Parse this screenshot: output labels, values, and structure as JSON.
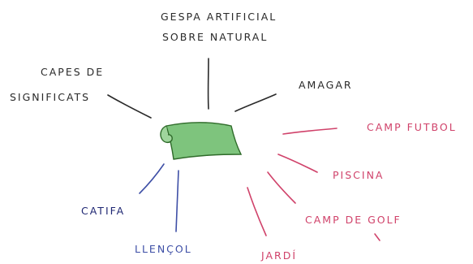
{
  "colors": {
    "ink": "#2a2a2a",
    "red": "#d0426a",
    "blue": "#3e4fa6",
    "navy": "#1f2773",
    "sheet_fill": "#7ec47d",
    "sheet_stroke": "#2f6b2a"
  },
  "center": {
    "icon": "green-rolled-sheet-icon"
  },
  "labels": {
    "gespa_line1": "GESPA ARTIFICIAL",
    "gespa_line2": "SOBRE NATURAL",
    "capes_line1": "CAPES DE",
    "capes_line2": "SIGNIFICATS",
    "amagar": "AMAGAR",
    "camp_futbol": "CAMP FUTBOL",
    "piscina": "PISCINA",
    "camp_golf": "CAMP DE GOLF",
    "jardi": "JARDÍ",
    "catifa": "CATIFA",
    "llencol": "LLENÇOL"
  }
}
